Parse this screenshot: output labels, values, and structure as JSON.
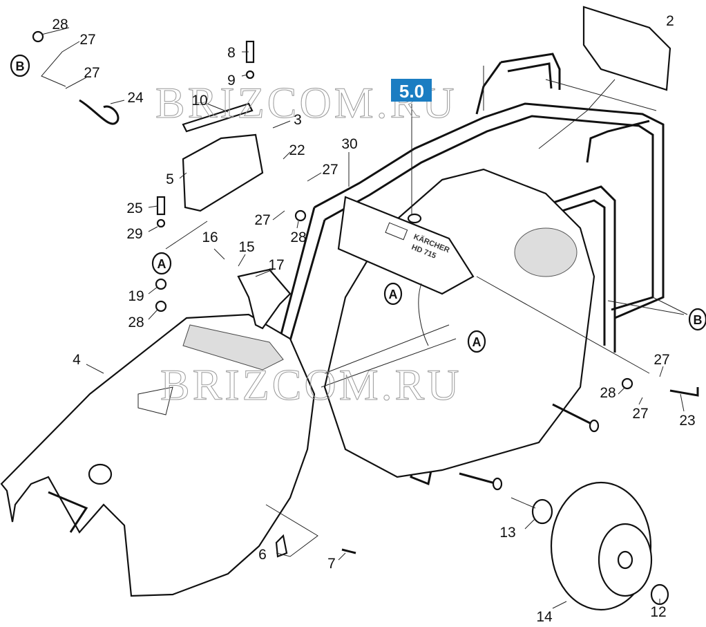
{
  "diagram": {
    "version_badge": "5.0",
    "badge_color": "#1b7dc2",
    "watermark": "BRIZCOM.RU",
    "device_brand": "KÄRCHER",
    "device_model": "HD 715",
    "ref_markers": {
      "a": "A",
      "b": "B"
    },
    "part_labels": {
      "p28a": "28",
      "p27a": "27",
      "p27b": "27",
      "p24": "24",
      "p8": "8",
      "p9": "9",
      "p10": "10",
      "p3": "3",
      "p22": "22",
      "p27c": "27",
      "p30": "30",
      "p5": "5",
      "p25": "25",
      "p29": "29",
      "p27d": "27",
      "p28b": "28",
      "p16": "16",
      "p15": "15",
      "p17": "17",
      "p19": "19",
      "p28c": "28",
      "p4": "4",
      "p2": "2",
      "p27e": "27",
      "p28d": "28",
      "p27f": "27",
      "p23": "23",
      "p13": "13",
      "p6": "6",
      "p7": "7",
      "p14": "14",
      "p12": "12"
    }
  }
}
